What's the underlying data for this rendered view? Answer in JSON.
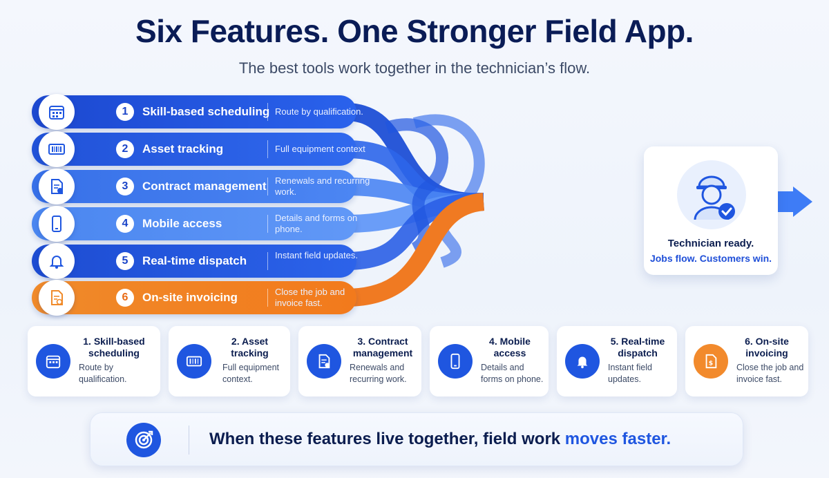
{
  "title": "Six Features. One Stronger Field App.",
  "subtitle": "The best tools work together in the technician’s flow.",
  "colors": {
    "blue": "#1f56e0",
    "orange": "#f28a2c",
    "navy": "#0a1c56"
  },
  "features": [
    {
      "num": "1",
      "label": "Skill-based scheduling",
      "desc": "Route by qualification.",
      "icon": "calendar-icon"
    },
    {
      "num": "2",
      "label": "Asset tracking",
      "desc": "Full equipment context",
      "icon": "barcode-icon"
    },
    {
      "num": "3",
      "label": "Contract management",
      "desc": "Renewals and recurring work.",
      "icon": "contract-icon"
    },
    {
      "num": "4",
      "label": "Mobile access",
      "desc": "Details and forms on phone.",
      "icon": "phone-icon"
    },
    {
      "num": "5",
      "label": "Real-time dispatch",
      "desc": "Instant field updates.",
      "icon": "bell-icon"
    },
    {
      "num": "6",
      "label": "On-site invoicing",
      "desc": "Close the job and invoice fast.",
      "icon": "invoice-icon"
    }
  ],
  "technician": {
    "title": "Technician ready.",
    "tagline": "Jobs flow. Customers win."
  },
  "cards": [
    {
      "title": "1. Skill-based scheduling",
      "desc": "Route by qualification."
    },
    {
      "title": "2. Asset tracking",
      "desc": "Full equipment context."
    },
    {
      "title": "3. Contract management",
      "desc": "Renewals and recurring work."
    },
    {
      "title": "4. Mobile access",
      "desc": "Details and forms on phone."
    },
    {
      "title": "5. Real-time dispatch",
      "desc": "Instant field updates."
    },
    {
      "title": "6. On-site invoicing",
      "desc": "Close the job and invoice fast."
    }
  ],
  "banner": {
    "text": "When these features live together, field work ",
    "highlight": "moves faster."
  }
}
